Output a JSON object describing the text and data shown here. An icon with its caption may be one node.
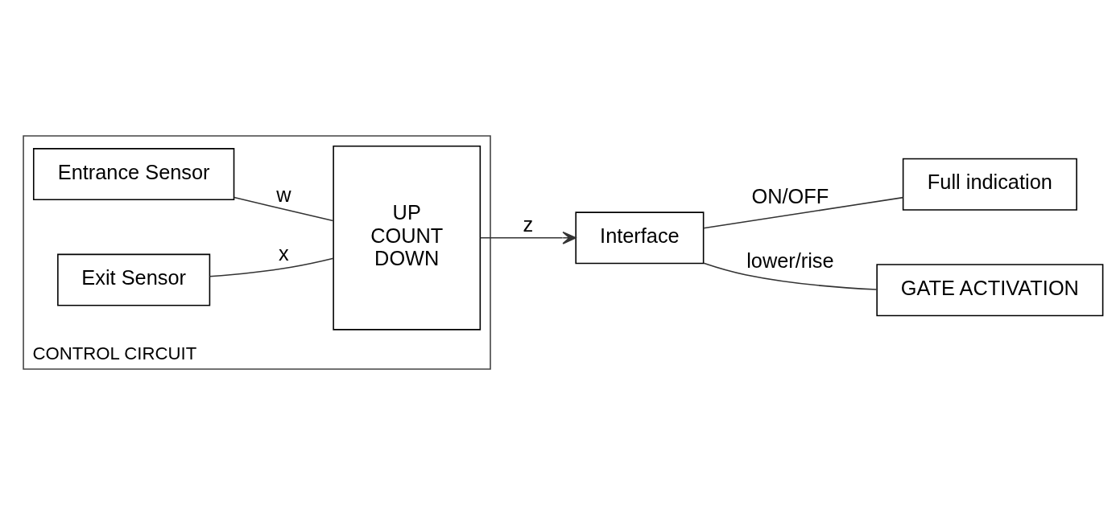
{
  "diagram": {
    "nodes": [
      {
        "text": [
          "CONTROL CIRCUIT"
        ]
      },
      {
        "text": [
          "Entrance Sensor"
        ],
        "in": 0
      },
      {
        "text": [
          "Exit Sensor"
        ],
        "in": 0
      },
      {
        "text": [
          "UP",
          "COUNT",
          "DOWN"
        ],
        "in": 0
      },
      {
        "text": [
          "Interface"
        ]
      },
      {
        "text": [
          "Full indication"
        ]
      },
      {
        "text": [
          "GATE ACTIVATION"
        ]
      }
    ],
    "edges": [
      {
        "from": 1,
        "to": 3,
        "arrow": "none",
        "label": "w"
      },
      {
        "from": 2,
        "to": 3,
        "arrow": "none",
        "label": "x"
      },
      {
        "from": 3,
        "to": 4,
        "arrow": "to",
        "label": "z"
      },
      {
        "from": 4,
        "to": 5,
        "arrow": "none",
        "label": "ON/OFF"
      },
      {
        "from": 4,
        "to": 6,
        "arrow": "none",
        "label": "lower/rise"
      }
    ]
  }
}
